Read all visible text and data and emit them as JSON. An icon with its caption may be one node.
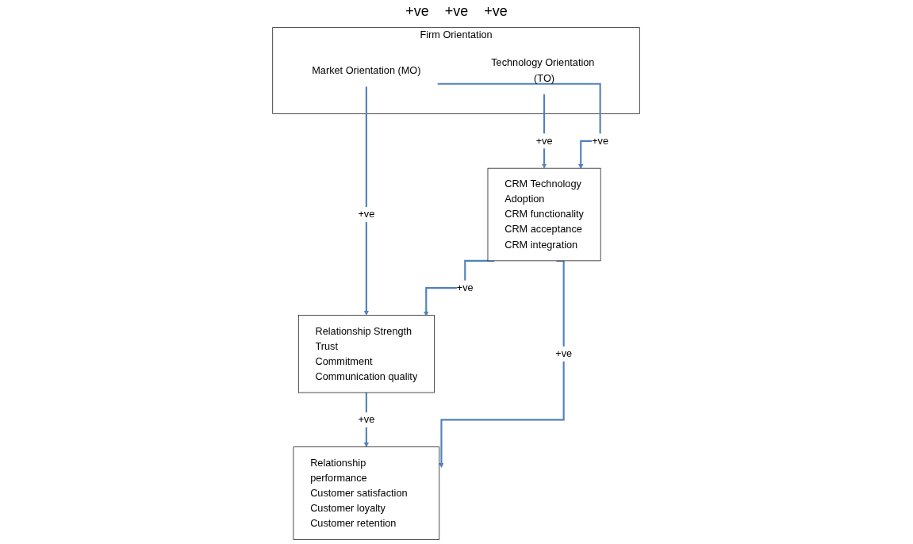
{
  "diagram": {
    "nodes": [
      {
        "text": [
          "Firm Orientation"
        ]
      },
      {
        "text": [
          "Market Orientation (MO)"
        ],
        "in": 0
      },
      {
        "text": [
          "Technology Orientation (TO)"
        ],
        "in": 0
      },
      {
        "text": [
          "CRM Technology",
          "Adoption",
          "CRM functionality",
          "CRM acceptance",
          "CRM integration"
        ]
      },
      {
        "text": [
          "Relationship Strength",
          "Trust",
          "Commitment",
          "Communication quality"
        ]
      },
      {
        "text": [
          "Relationship performance",
          "Customer satisfaction",
          "Customer loyalty",
          "Customer retention"
        ]
      }
    ],
    "edges": [
      {
        "from": 2,
        "to": 3,
        "arrow": "to",
        "label": "+ve"
      },
      {
        "from": 1,
        "to": 3,
        "arrow": "to",
        "label": "+ve"
      },
      {
        "from": 1,
        "to": 4,
        "arrow": "to",
        "label": "+ve"
      },
      {
        "from": 3,
        "to": 4,
        "arrow": "to",
        "label": "+ve"
      },
      {
        "from": 4,
        "to": 5,
        "arrow": "to",
        "label": "+ve"
      },
      {
        "from": 3,
        "to": 5,
        "arrow": "to",
        "label": "+ve"
      }
    ],
    "labels": [
      "+ve",
      "+ve",
      "+ve"
    ]
  }
}
